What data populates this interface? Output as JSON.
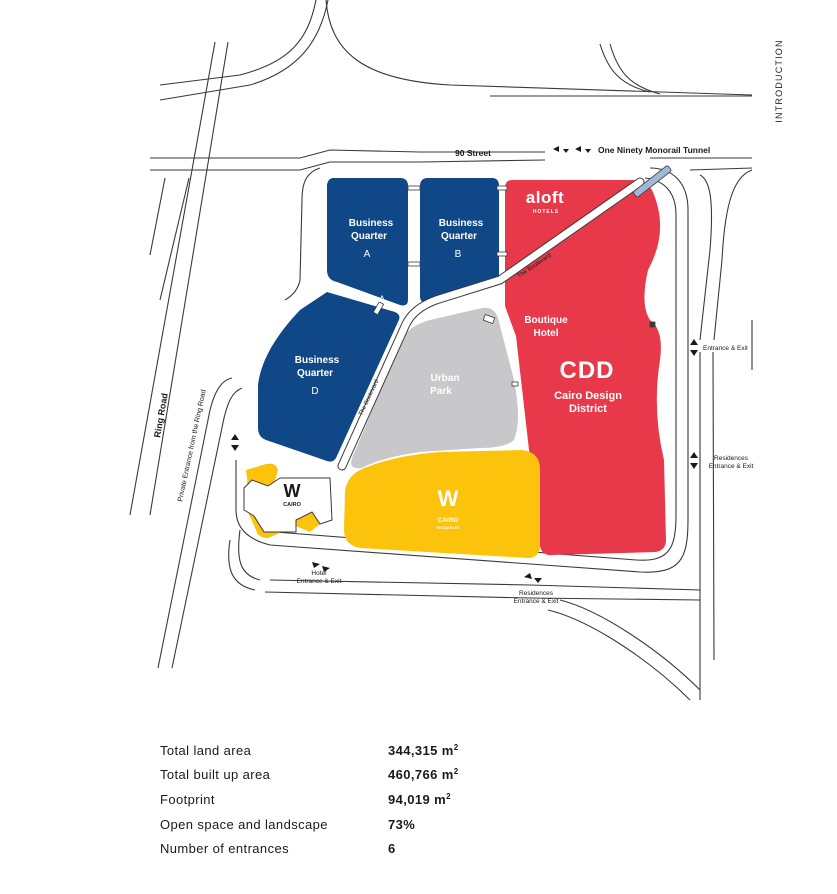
{
  "side_label": "INTRODUCTION",
  "streets": {
    "street_90": "90 Street",
    "monorail": "One Ninety Monorail Tunnel",
    "ring_road": "Ring Road",
    "private_entrance": "Private Entrance from the Ring Road",
    "boulevard_top": "The Boulevard",
    "boulevard_bottom": "The Boulevard"
  },
  "entrances": {
    "east_entrance": "Entrance & Exit",
    "residences_east_line1": "Residences",
    "residences_east_line2": "Entrance & Exit",
    "hotel_line1": "Hotel",
    "hotel_line2": "Entrance & Exit",
    "residences_south_line1": "Residences",
    "residences_south_line2": "Entrance & Exit"
  },
  "zones": {
    "bq_a": {
      "line1": "Business",
      "line2": "Quarter",
      "line3": "A"
    },
    "bq_b": {
      "line1": "Business",
      "line2": "Quarter",
      "line3": "B"
    },
    "bq_d": {
      "line1": "Business",
      "line2": "Quarter",
      "line3": "D"
    },
    "label_a": "A",
    "urban_park": {
      "line1": "Urban",
      "line2": "Park"
    },
    "boutique": {
      "line1": "Boutique",
      "line2": "Hotel"
    },
    "cdd": {
      "logo": "CDD",
      "line1": "Cairo Design",
      "line2": "District"
    },
    "aloft": {
      "logo": "aloft",
      "sub": "HOTELS"
    },
    "w_cairo": {
      "logo": "W",
      "sub": "CAIRO"
    },
    "w_residences": {
      "logo": "W",
      "sub": "CAIRO",
      "sub2": "RESIDENCES"
    }
  },
  "colors": {
    "business_blue": "#0f4787",
    "hotel_red": "#e8394a",
    "residence_yellow": "#fcc30d",
    "park_grey": "#c8c8ca",
    "road_line": "#3a3a3a"
  },
  "stats": [
    {
      "label": "Total land area",
      "value": "344,315 m",
      "unit_sup": "2"
    },
    {
      "label": "Total built up area",
      "value": "460,766 m",
      "unit_sup": "2"
    },
    {
      "label": "Footprint",
      "value": "94,019 m",
      "unit_sup": "2"
    },
    {
      "label": "Open space and landscape",
      "value": "73%",
      "unit_sup": ""
    },
    {
      "label": "Number of entrances",
      "value": "6",
      "unit_sup": ""
    }
  ]
}
